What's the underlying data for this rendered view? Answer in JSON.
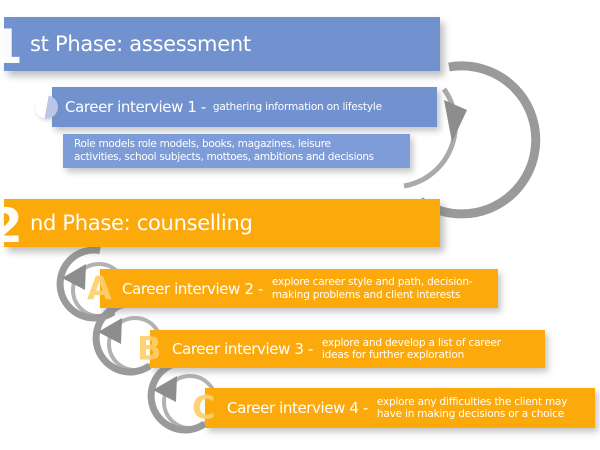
{
  "colors": {
    "blue": "#7191cf",
    "blue-light": "#7e9cd8",
    "orange": "#fba90b",
    "orange-letter": "#fdd06a",
    "swirl": "#9a9a9a",
    "text": "#ffffff"
  },
  "phase1": {
    "digit": "1",
    "title": "st Phase: assessment"
  },
  "phase2": {
    "digit": "2",
    "title": "nd Phase: counselling"
  },
  "role_models": {
    "line1": "Role models role models, books, magazines, leisure",
    "line2": "activities, school subjects, mottoes, ambitions and decisions"
  },
  "interviews": [
    {
      "letter": "",
      "title": "Career interview 1 -",
      "desc1": "gathering information on lifestyle",
      "desc2": ""
    },
    {
      "letter": "A",
      "title": "Career interview 2 -",
      "desc1": "explore career style and path, decision-",
      "desc2": "making problems and client interests"
    },
    {
      "letter": "B",
      "title": "Career interview 3 -",
      "desc1": "explore and develop a list of career",
      "desc2": "ideas for further exploration"
    },
    {
      "letter": "C",
      "title": "Career interview 4 -",
      "desc1": "explore any difficulties the client may",
      "desc2": "have in making decisions or a choice"
    }
  ],
  "icons": {
    "big_swirl": "circular-arrow-right",
    "small_swirl": "circular-arrow-left",
    "bullet": "sphere-bullet"
  }
}
